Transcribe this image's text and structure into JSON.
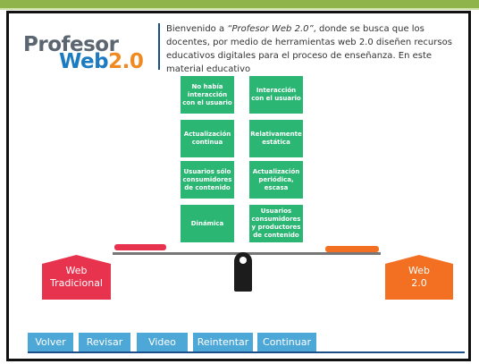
{
  "logo": {
    "line1": "Profesor",
    "web": "Web",
    "version": "2.0"
  },
  "intro": {
    "before": "Bienvenido a ",
    "emphasis": "“Profesor Web 2.0”",
    "after": ", donde se busca que los docentes, por medio de herramientas web 2.0 diseñen recursos educativos digitales para el proceso de enseñanza. En este material educativo"
  },
  "cards": {
    "c1": "No había interacción con el usuario",
    "c2": "Interacción con el usuario",
    "c3": "Actualización continua",
    "c4": "Relativamente estática",
    "c5": "Usuarios sólo consumidores de contenido",
    "c6": "Actualización periódica, escasa",
    "c7": "Dinámica",
    "c8": "Usuarios consumidores y productores de contenido"
  },
  "scale": {
    "left_line1": "Web",
    "left_line2": "Tradicional",
    "right_line1": "Web",
    "right_line2": "2.0"
  },
  "nav": {
    "volver": "Volver",
    "revisar": "Revisar",
    "video": "Video",
    "reintentar": "Reintentar",
    "continuar": "Continuar"
  },
  "colors": {
    "card_green": "#2bb673",
    "web_tradicional_red": "#e8334e",
    "web20_orange": "#f36f21",
    "nav_button_blue": "#4da7d7",
    "top_band_green": "#8fb44c"
  }
}
